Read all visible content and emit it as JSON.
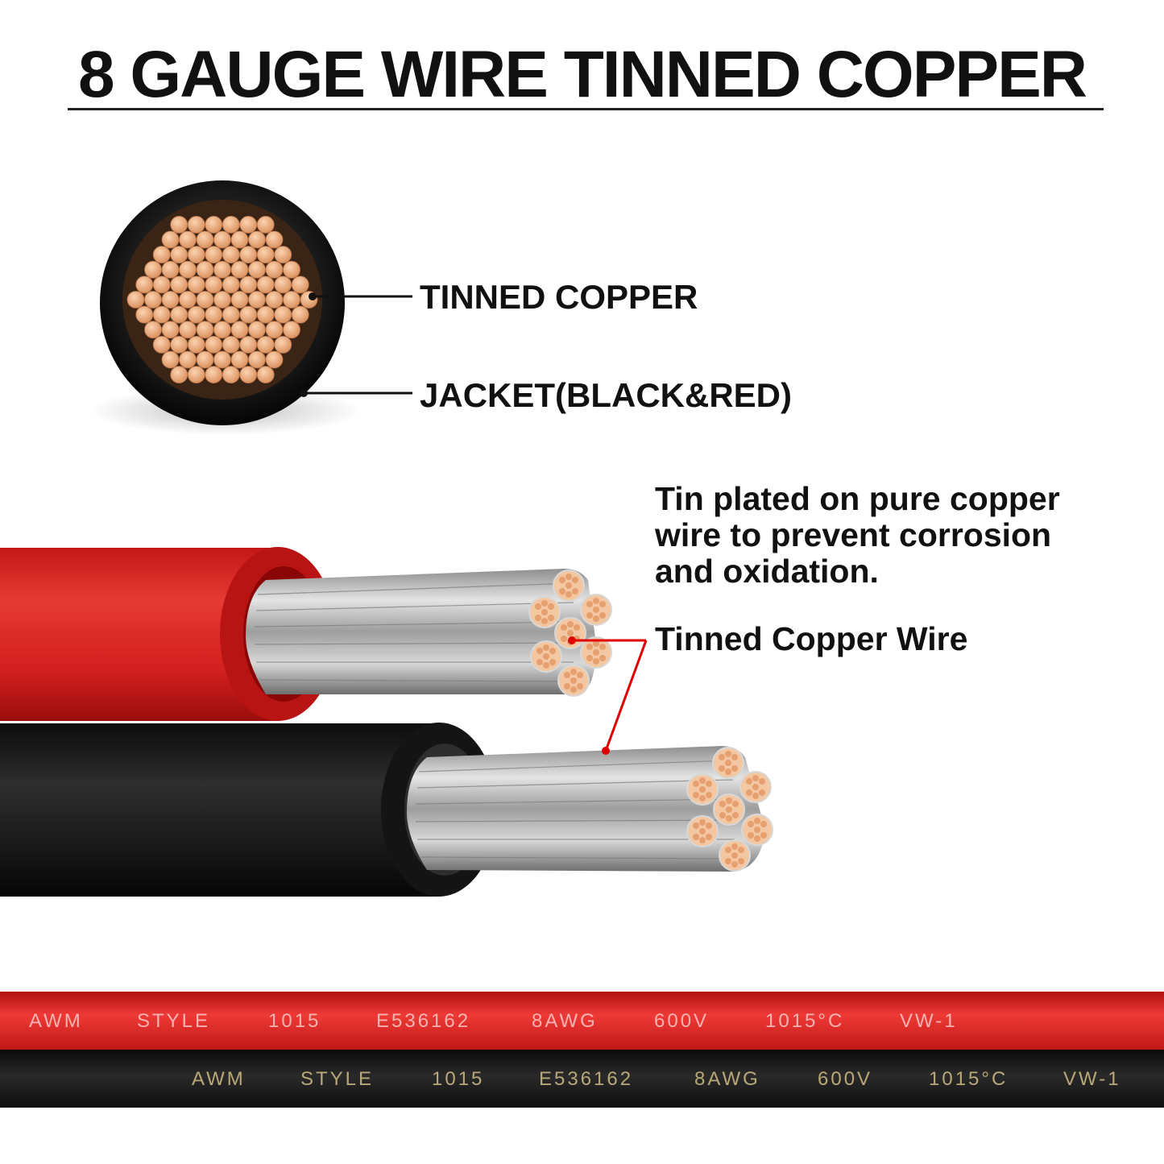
{
  "title": "8 GAUGE WIRE TINNED COPPER",
  "cross_section": {
    "core_label": "TINNED COPPER",
    "jacket_label": "JACKET(BLACK&RED)"
  },
  "description": {
    "lines": [
      "Tin plated on pure copper",
      "wire to prevent corrosion",
      "and oxidation."
    ]
  },
  "wire_label": "Tinned Copper Wire",
  "cable_print": {
    "red": [
      "AWM",
      "STYLE",
      "1015",
      "E536162",
      "8AWG",
      "600V",
      "1015°C",
      "VW-1"
    ],
    "black": [
      "AWM",
      "STYLE",
      "1015",
      "E536162",
      "8AWG",
      "600V",
      "1015°C",
      "VW-1"
    ]
  },
  "colors": {
    "red_jacket": "#d92020",
    "black_jacket": "#1a1a1a",
    "copper": "#e8a878",
    "tinned_strand": "#b8b8b8",
    "callout_red": "#e00000"
  }
}
